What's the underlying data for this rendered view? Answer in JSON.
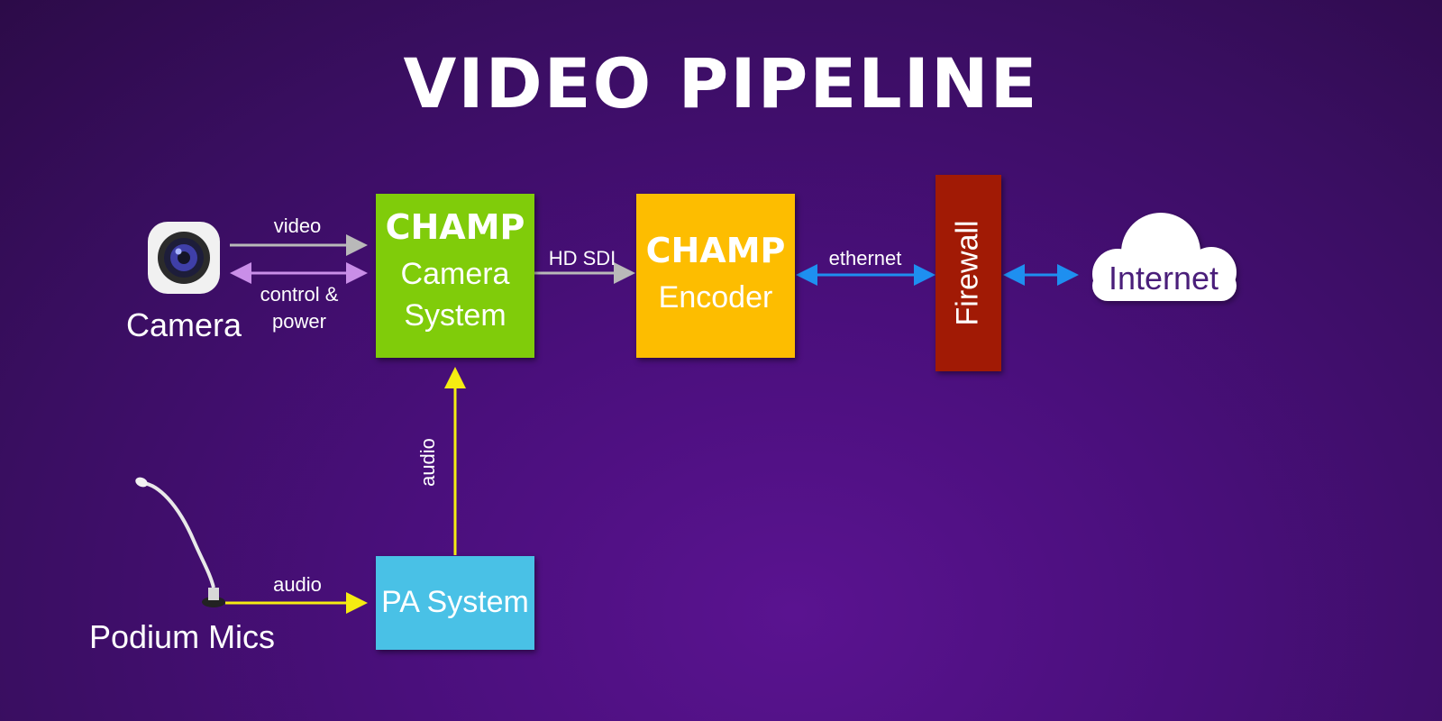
{
  "title": "VIDEO PIPELINE",
  "camera": {
    "label": "Camera"
  },
  "mics": {
    "label": "Podium Mics"
  },
  "camera_system": {
    "brand": "CHAMP",
    "line1": "Camera",
    "line2": "System"
  },
  "encoder": {
    "brand": "CHAMP",
    "line1": "Encoder"
  },
  "pa_system": {
    "label": "PA System"
  },
  "firewall": {
    "label": "Firewall"
  },
  "internet": {
    "label": "Internet"
  },
  "links": {
    "video": "video",
    "control1": "control &",
    "control2": "power",
    "hdsdi": "HD SDI",
    "ethernet": "ethernet",
    "audio_vertical": "audio",
    "audio_mics": "audio"
  },
  "colors": {
    "camera_system": "#80cc0a",
    "encoder": "#fdbd00",
    "pa_system": "#49c1e6",
    "firewall": "#a11a05",
    "video_arrow": "#b9b9b9",
    "control_arrow": "#c98ee8",
    "ethernet_arrow": "#1e8ff0",
    "audio_arrow": "#f5ec12",
    "internet_text": "#4a1e7a"
  }
}
